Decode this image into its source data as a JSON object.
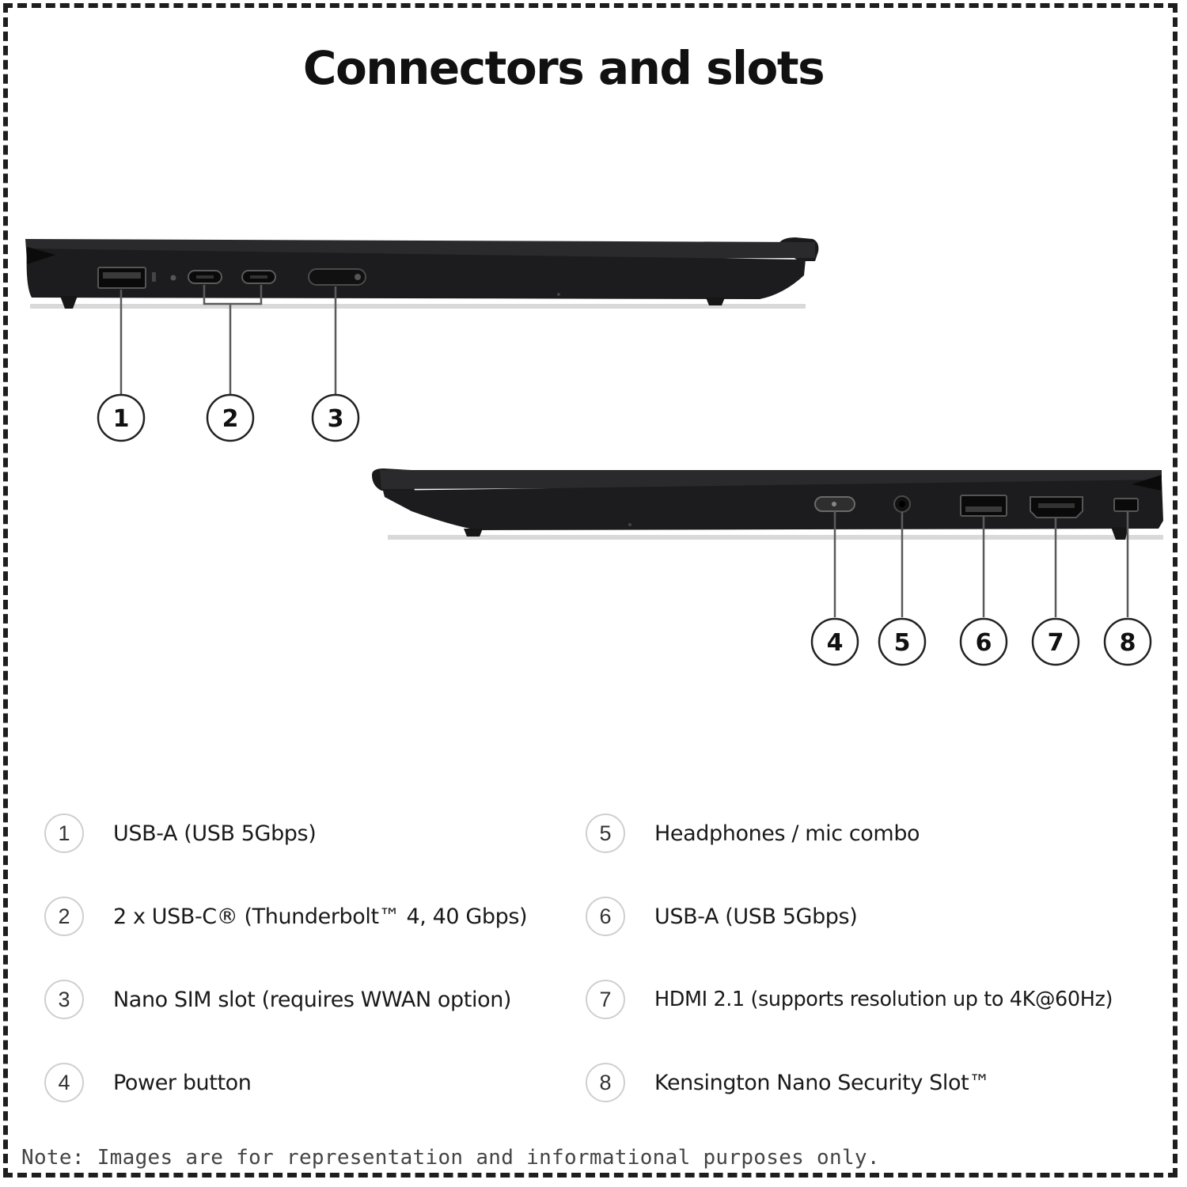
{
  "title": "Connectors and slots",
  "callouts_top": [
    "1",
    "2",
    "3"
  ],
  "callouts_bottom": [
    "4",
    "5",
    "6",
    "7",
    "8"
  ],
  "legend": [
    {
      "num": "1",
      "label": "USB-A (USB 5Gbps)"
    },
    {
      "num": "2",
      "label": "2 x USB-C® (Thunderbolt™ 4, 40 Gbps)"
    },
    {
      "num": "3",
      "label": "Nano SIM slot (requires WWAN option)"
    },
    {
      "num": "4",
      "label": "Power button"
    },
    {
      "num": "5",
      "label": "Headphones / mic combo"
    },
    {
      "num": "6",
      "label": "USB-A (USB 5Gbps)"
    },
    {
      "num": "7",
      "label": "HDMI 2.1 (supports resolution up to 4K@60Hz)"
    },
    {
      "num": "8",
      "label": "Kensington Nano Security Slot™"
    }
  ],
  "note": "Note: Images are for representation and informational purposes only.",
  "colors": {
    "laptop_body": "#1c1c1e",
    "frame": "#1e1e1e",
    "badge_border": "#cfcfcf"
  }
}
